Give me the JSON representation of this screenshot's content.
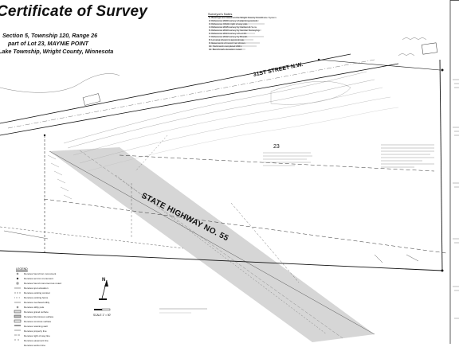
{
  "title": "Certificate of Survey",
  "location": {
    "line1": "Section 5, Township 120, Range 26",
    "line2": "part of Lot 23, MAYNIE POINT",
    "line3": "Lake Township, Wright County, Minnesota"
  },
  "labels": {
    "street": "31ST STREET N.W.",
    "highway": "STATE HIGHWAY NO. 55",
    "lot": "23"
  },
  "notes": {
    "title": "Surveyor's Notes",
    "items": [
      "1. Bearings are based on the Wright County Coordinate System.",
      "2. Reference 2020 survey of adjoining parcels.",
      "3. Reference CSAH right of way plat.",
      "4. Reference 2015 survey by Carlson & Sons.",
      "5. Reference 2013 survey by Gordon Surveying.",
      "6. Reference 2014 survey of Lot 23.",
      "7. Reference 2012 survey by Brandt.",
      "8. Lot area shown is approximate.",
      "9. Easements of record not shown.",
      "10. Field work completed 2021.",
      "11. Benchmark elevation noted."
    ]
  },
  "legend": {
    "title": "LEGEND",
    "items": [
      "Denotes found iron monument",
      "Denotes set iron monument",
      "Denotes found monument as noted",
      "Denotes spot elevation",
      "Denotes existing contour",
      "Denotes existing fence",
      "Denotes overhead utility",
      "Denotes utility pole",
      "Denotes gravel surface",
      "Denotes bituminous surface",
      "Denotes concrete surface",
      "Denotes retaining wall",
      "Denotes property line",
      "Denotes right of way line",
      "Denotes easement line",
      "Denotes section line"
    ]
  },
  "scale": {
    "label": "SCALE 1\" = 50'"
  },
  "north": {
    "label": "N"
  }
}
